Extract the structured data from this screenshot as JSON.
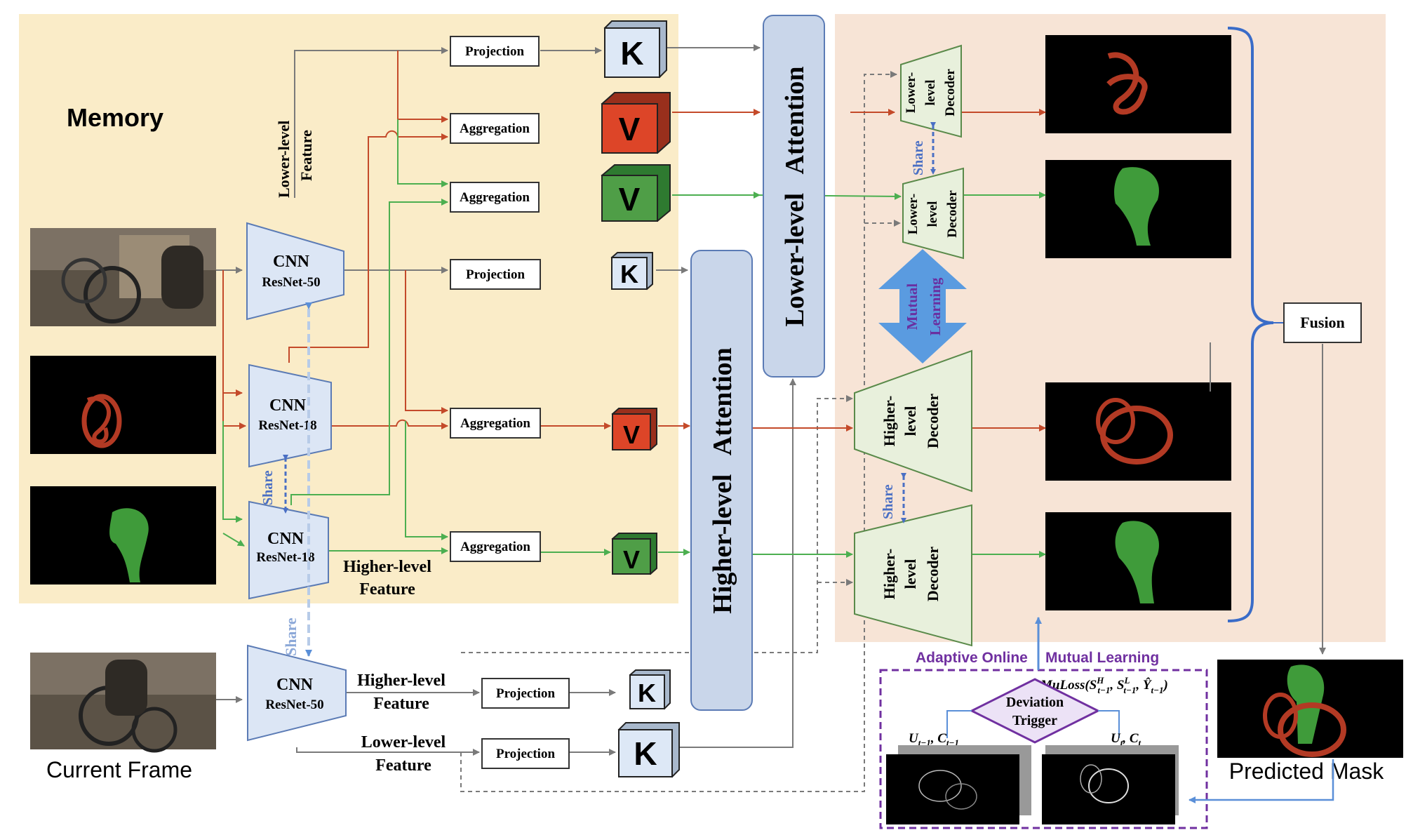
{
  "labels": {
    "memory": "Memory",
    "current_frame": "Current Frame",
    "predicted_mask": "Predicted Mask",
    "fusion": "Fusion",
    "lower_level_feature": [
      "Lower-level",
      "Feature"
    ],
    "higher_level_feature": [
      "Higher-level",
      "Feature"
    ],
    "lower_level_attention": "Lower-level   Attention",
    "higher_level_attention": "Higher-level   Attention",
    "share": "Share",
    "mutual_learning": [
      "Mutual",
      "Learning"
    ],
    "adaptive_online": "Adaptive Online",
    "mutual_learning_title": "Mutual Learning",
    "deviation_trigger": [
      "Deviation",
      "Trigger"
    ],
    "muloss": "MuLoss(S",
    "u_prev": "U",
    "u_curr": "U",
    "c_sym": "C",
    "sub_t1": "t−1",
    "sub_t": "t",
    "sup_h": "H",
    "sup_l": "L"
  },
  "cnn_blocks": [
    {
      "name": "CNN",
      "model": "ResNet-50"
    },
    {
      "name": "CNN",
      "model": "ResNet-18"
    },
    {
      "name": "CNN",
      "model": "ResNet-18"
    },
    {
      "name": "CNN",
      "model": "ResNet-50"
    }
  ],
  "modules": {
    "projection": "Projection",
    "aggregation": "Aggregation"
  },
  "kv": {
    "key": "K",
    "value": "V"
  },
  "decoders": {
    "lower": [
      "Lower-",
      "level",
      "Decoder"
    ],
    "higher": [
      "Higher-",
      "level",
      "Decoder"
    ]
  },
  "colors": {
    "memory_bg": "#faecc8",
    "decoder_bg": "#f7e4d6",
    "cnn_fill": "#dce6f5",
    "decoder_fill": "#e8f0dc",
    "attention_fill": "#c9d6ea",
    "red_path": "#c44a2a",
    "green_path": "#4caf50",
    "gray_path": "#7a7a7a",
    "share_blue": "#4a6fc4",
    "purple": "#7030a0",
    "mutual_blue": "#5a9be0"
  }
}
